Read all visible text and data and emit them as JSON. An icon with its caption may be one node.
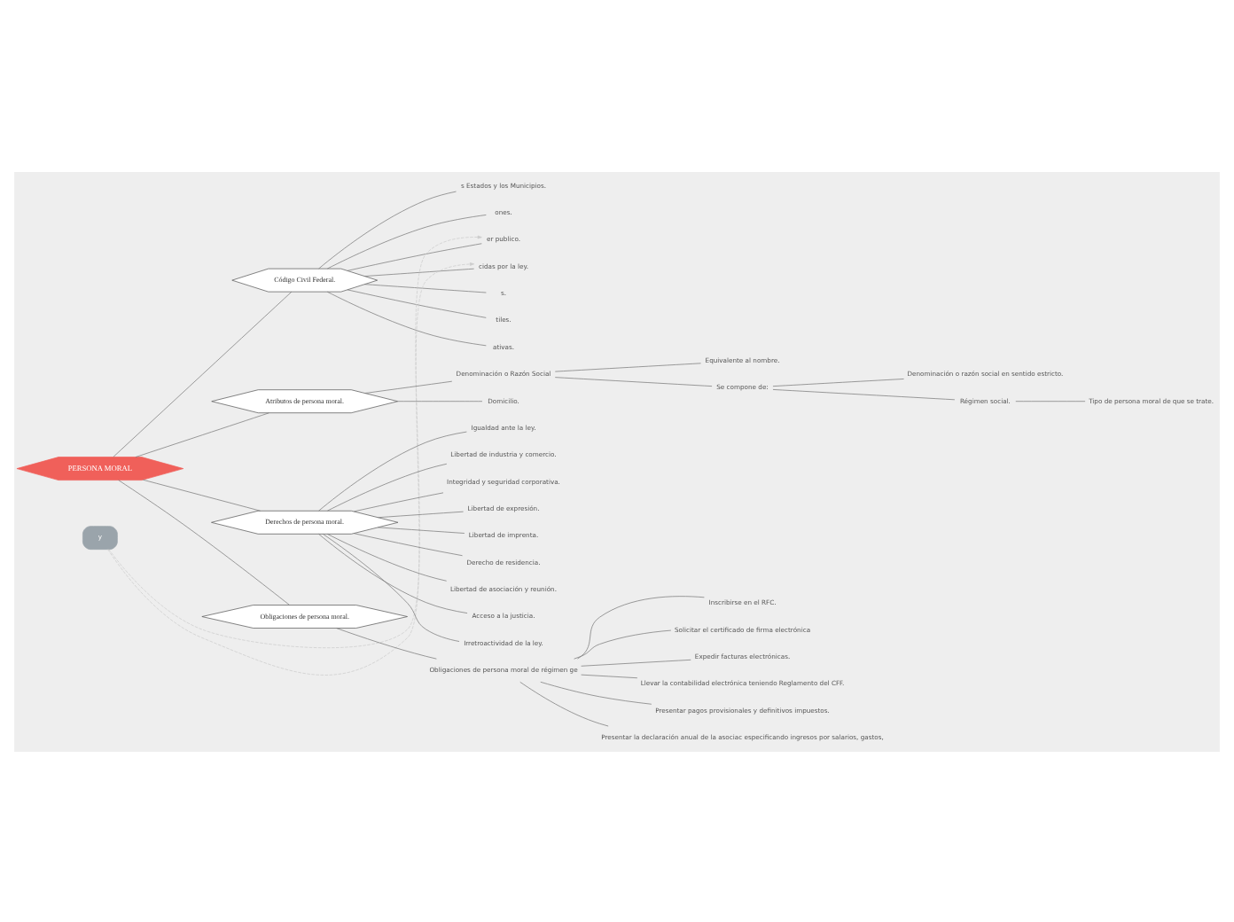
{
  "diagram": {
    "nodes": [
      {
        "text": [
          "PERSONA MORAL"
        ]
      },
      {
        "text": [
          "Código Civil Federal."
        ]
      },
      {
        "text": [
          "s Estados y los Municipios."
        ]
      },
      {
        "text": [
          "ones."
        ]
      },
      {
        "text": [
          "er publico."
        ]
      },
      {
        "text": [
          "cidas por la ley."
        ]
      },
      {
        "text": [
          "s."
        ]
      },
      {
        "text": [
          "tiles."
        ]
      },
      {
        "text": [
          "ativas."
        ]
      },
      {
        "text": [
          "y"
        ]
      },
      {
        "text": [
          "Atributos de persona moral."
        ]
      },
      {
        "text": [
          "Denominación o Razón Social"
        ]
      },
      {
        "text": [
          "Equivalente al nombre."
        ]
      },
      {
        "text": [
          "Se compone de:"
        ]
      },
      {
        "text": [
          "Denominación o razón social en sentido estricto."
        ]
      },
      {
        "text": [
          "Régimen social."
        ]
      },
      {
        "text": [
          "Tipo de persona moral de que se trate."
        ]
      },
      {
        "text": [
          "Domicilio."
        ]
      },
      {
        "text": [
          "Derechos de persona moral."
        ]
      },
      {
        "text": [
          "Igualdad ante la ley."
        ]
      },
      {
        "text": [
          "Libertad de industria y comercio."
        ]
      },
      {
        "text": [
          "Integridad y seguridad corporativa."
        ]
      },
      {
        "text": [
          "Libertad de expresión."
        ]
      },
      {
        "text": [
          "Libertad de imprenta."
        ]
      },
      {
        "text": [
          "Derecho de residencia."
        ]
      },
      {
        "text": [
          "Libertad de asociación y reunión."
        ]
      },
      {
        "text": [
          "Acceso a la justicia."
        ]
      },
      {
        "text": [
          "Irretroactividad de la ley."
        ]
      },
      {
        "text": [
          "Obligaciones de persona moral."
        ]
      },
      {
        "text": [
          "Obligaciones de persona moral de régimen ge"
        ]
      },
      {
        "text": [
          "Inscribirse en el RFC."
        ]
      },
      {
        "text": [
          "Solicitar el certificado de firma electrónica"
        ]
      },
      {
        "text": [
          "Expedir facturas electrónicas."
        ]
      },
      {
        "text": [
          "Llevar la contabilidad electrónica teniendo Reglamento del CFF."
        ]
      },
      {
        "text": [
          "Presentar pagos provisionales y definitivos impuestos."
        ]
      },
      {
        "text": [
          "Presentar la declaración anual de la asociac especificando ingresos por salarios, gastos,"
        ]
      }
    ],
    "edges": [
      {
        "from": 0,
        "to": 1,
        "arrow": "none"
      },
      {
        "from": 0,
        "to": 10,
        "arrow": "none"
      },
      {
        "from": 0,
        "to": 18,
        "arrow": "none"
      },
      {
        "from": 0,
        "to": 28,
        "arrow": "none"
      },
      {
        "from": 1,
        "to": 2,
        "arrow": "none"
      },
      {
        "from": 1,
        "to": 3,
        "arrow": "none"
      },
      {
        "from": 1,
        "to": 4,
        "arrow": "none"
      },
      {
        "from": 1,
        "to": 5,
        "arrow": "none"
      },
      {
        "from": 1,
        "to": 6,
        "arrow": "none"
      },
      {
        "from": 1,
        "to": 7,
        "arrow": "none"
      },
      {
        "from": 1,
        "to": 8,
        "arrow": "none"
      },
      {
        "from": 9,
        "to": 4,
        "arrow": "to",
        "style": "dashed",
        "color": "#cccccc"
      },
      {
        "from": 9,
        "to": 5,
        "arrow": "to",
        "style": "dashed",
        "color": "#cccccc"
      },
      {
        "from": 10,
        "to": 11,
        "arrow": "none"
      },
      {
        "from": 11,
        "to": 12,
        "arrow": "none"
      },
      {
        "from": 11,
        "to": 13,
        "arrow": "none"
      },
      {
        "from": 13,
        "to": 14,
        "arrow": "none"
      },
      {
        "from": 13,
        "to": 15,
        "arrow": "none"
      },
      {
        "from": 15,
        "to": 16,
        "arrow": "none"
      },
      {
        "from": 10,
        "to": 17,
        "arrow": "none"
      },
      {
        "from": 18,
        "to": 19,
        "arrow": "none"
      },
      {
        "from": 18,
        "to": 20,
        "arrow": "none"
      },
      {
        "from": 18,
        "to": 21,
        "arrow": "none"
      },
      {
        "from": 18,
        "to": 22,
        "arrow": "none"
      },
      {
        "from": 18,
        "to": 23,
        "arrow": "none"
      },
      {
        "from": 18,
        "to": 24,
        "arrow": "none"
      },
      {
        "from": 18,
        "to": 25,
        "arrow": "none"
      },
      {
        "from": 18,
        "to": 26,
        "arrow": "none"
      },
      {
        "from": 18,
        "to": 27,
        "arrow": "none"
      },
      {
        "from": 28,
        "to": 29,
        "arrow": "none"
      },
      {
        "from": 29,
        "to": 30,
        "arrow": "none"
      },
      {
        "from": 29,
        "to": 31,
        "arrow": "none"
      },
      {
        "from": 29,
        "to": 32,
        "arrow": "none"
      },
      {
        "from": 29,
        "to": 33,
        "arrow": "none"
      },
      {
        "from": 29,
        "to": 34,
        "arrow": "none"
      },
      {
        "from": 29,
        "to": 35,
        "arrow": "none"
      }
    ]
  }
}
